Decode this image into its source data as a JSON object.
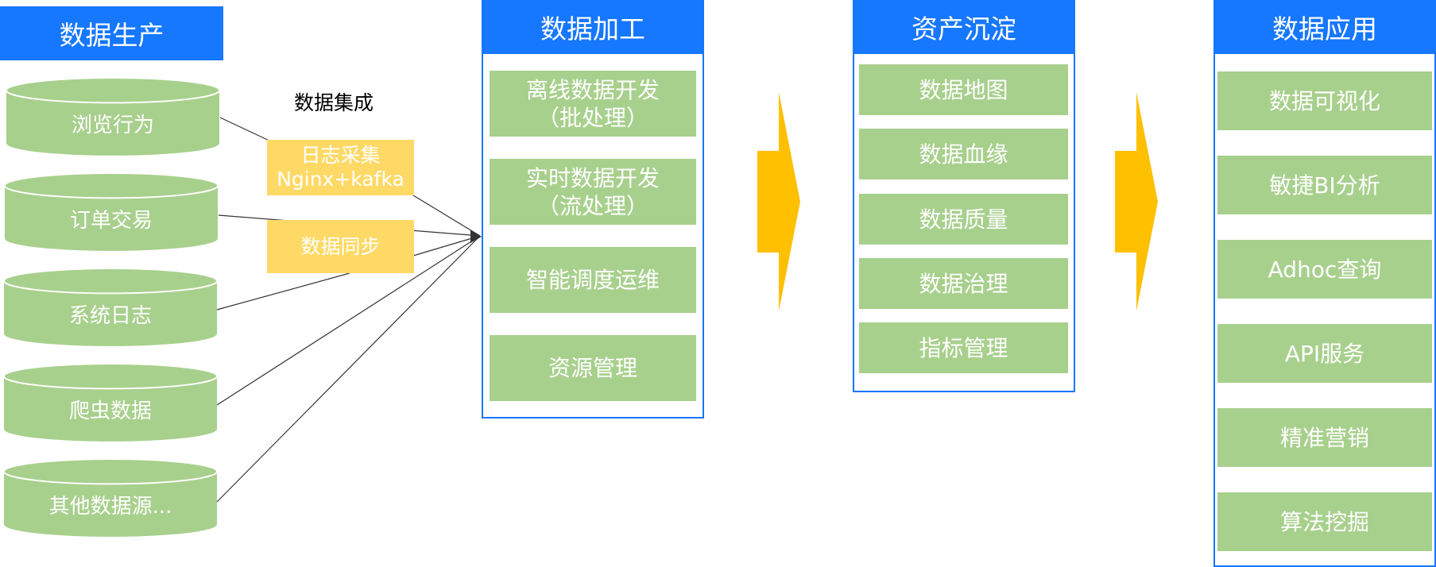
{
  "colors": {
    "header_blue": "#1677ff",
    "box_green": "#a8d08d",
    "box_yellow": "#ffd966",
    "arrow_gold": "#ffc000"
  },
  "production": {
    "title": "数据生产",
    "sources": [
      "浏览行为",
      "订单交易",
      "系统日志",
      "爬虫数据",
      "其他数据源..."
    ]
  },
  "integration": {
    "label": "数据集成",
    "log_collect": {
      "line1": "日志采集",
      "line2": "Nginx+kafka"
    },
    "sync": "数据同步"
  },
  "processing": {
    "title": "数据加工",
    "items": [
      "离线数据开发\n（批处理）",
      "实时数据开发\n（流处理）",
      "智能调度运维",
      "资源管理"
    ]
  },
  "assets": {
    "title": "资产沉淀",
    "items": [
      "数据地图",
      "数据血缘",
      "数据质量",
      "数据治理",
      "指标管理"
    ]
  },
  "application": {
    "title": "数据应用",
    "items": [
      "数据可视化",
      "敏捷BI分析",
      "Adhoc查询",
      "API服务",
      "精准营销",
      "算法挖掘"
    ]
  }
}
